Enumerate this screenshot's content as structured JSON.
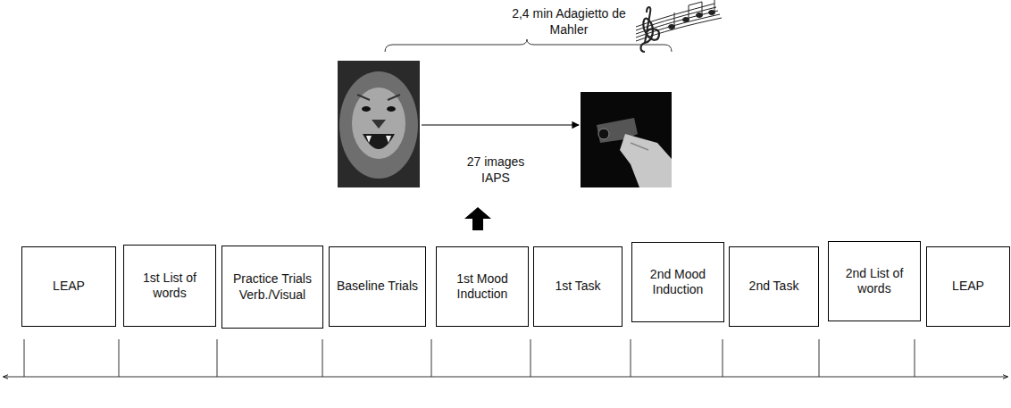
{
  "diagram": {
    "nodes": [
      {
        "text": [
          "LEAP"
        ]
      },
      {
        "text": [
          "1st List of words"
        ]
      },
      {
        "text": [
          "Practice Trials Verb./Visual"
        ]
      },
      {
        "text": [
          "Baseline Trials"
        ]
      },
      {
        "text": [
          "1st Mood Induction"
        ]
      },
      {
        "text": [
          "1st Task"
        ]
      },
      {
        "text": [
          "2nd Mood Induction"
        ]
      },
      {
        "text": [
          "2nd Task"
        ]
      },
      {
        "text": [
          "2nd List of words"
        ]
      },
      {
        "text": [
          "LEAP"
        ]
      }
    ],
    "labels": [
      "2,4 min Adagietto de Mahler",
      "27 images IAPS"
    ]
  }
}
